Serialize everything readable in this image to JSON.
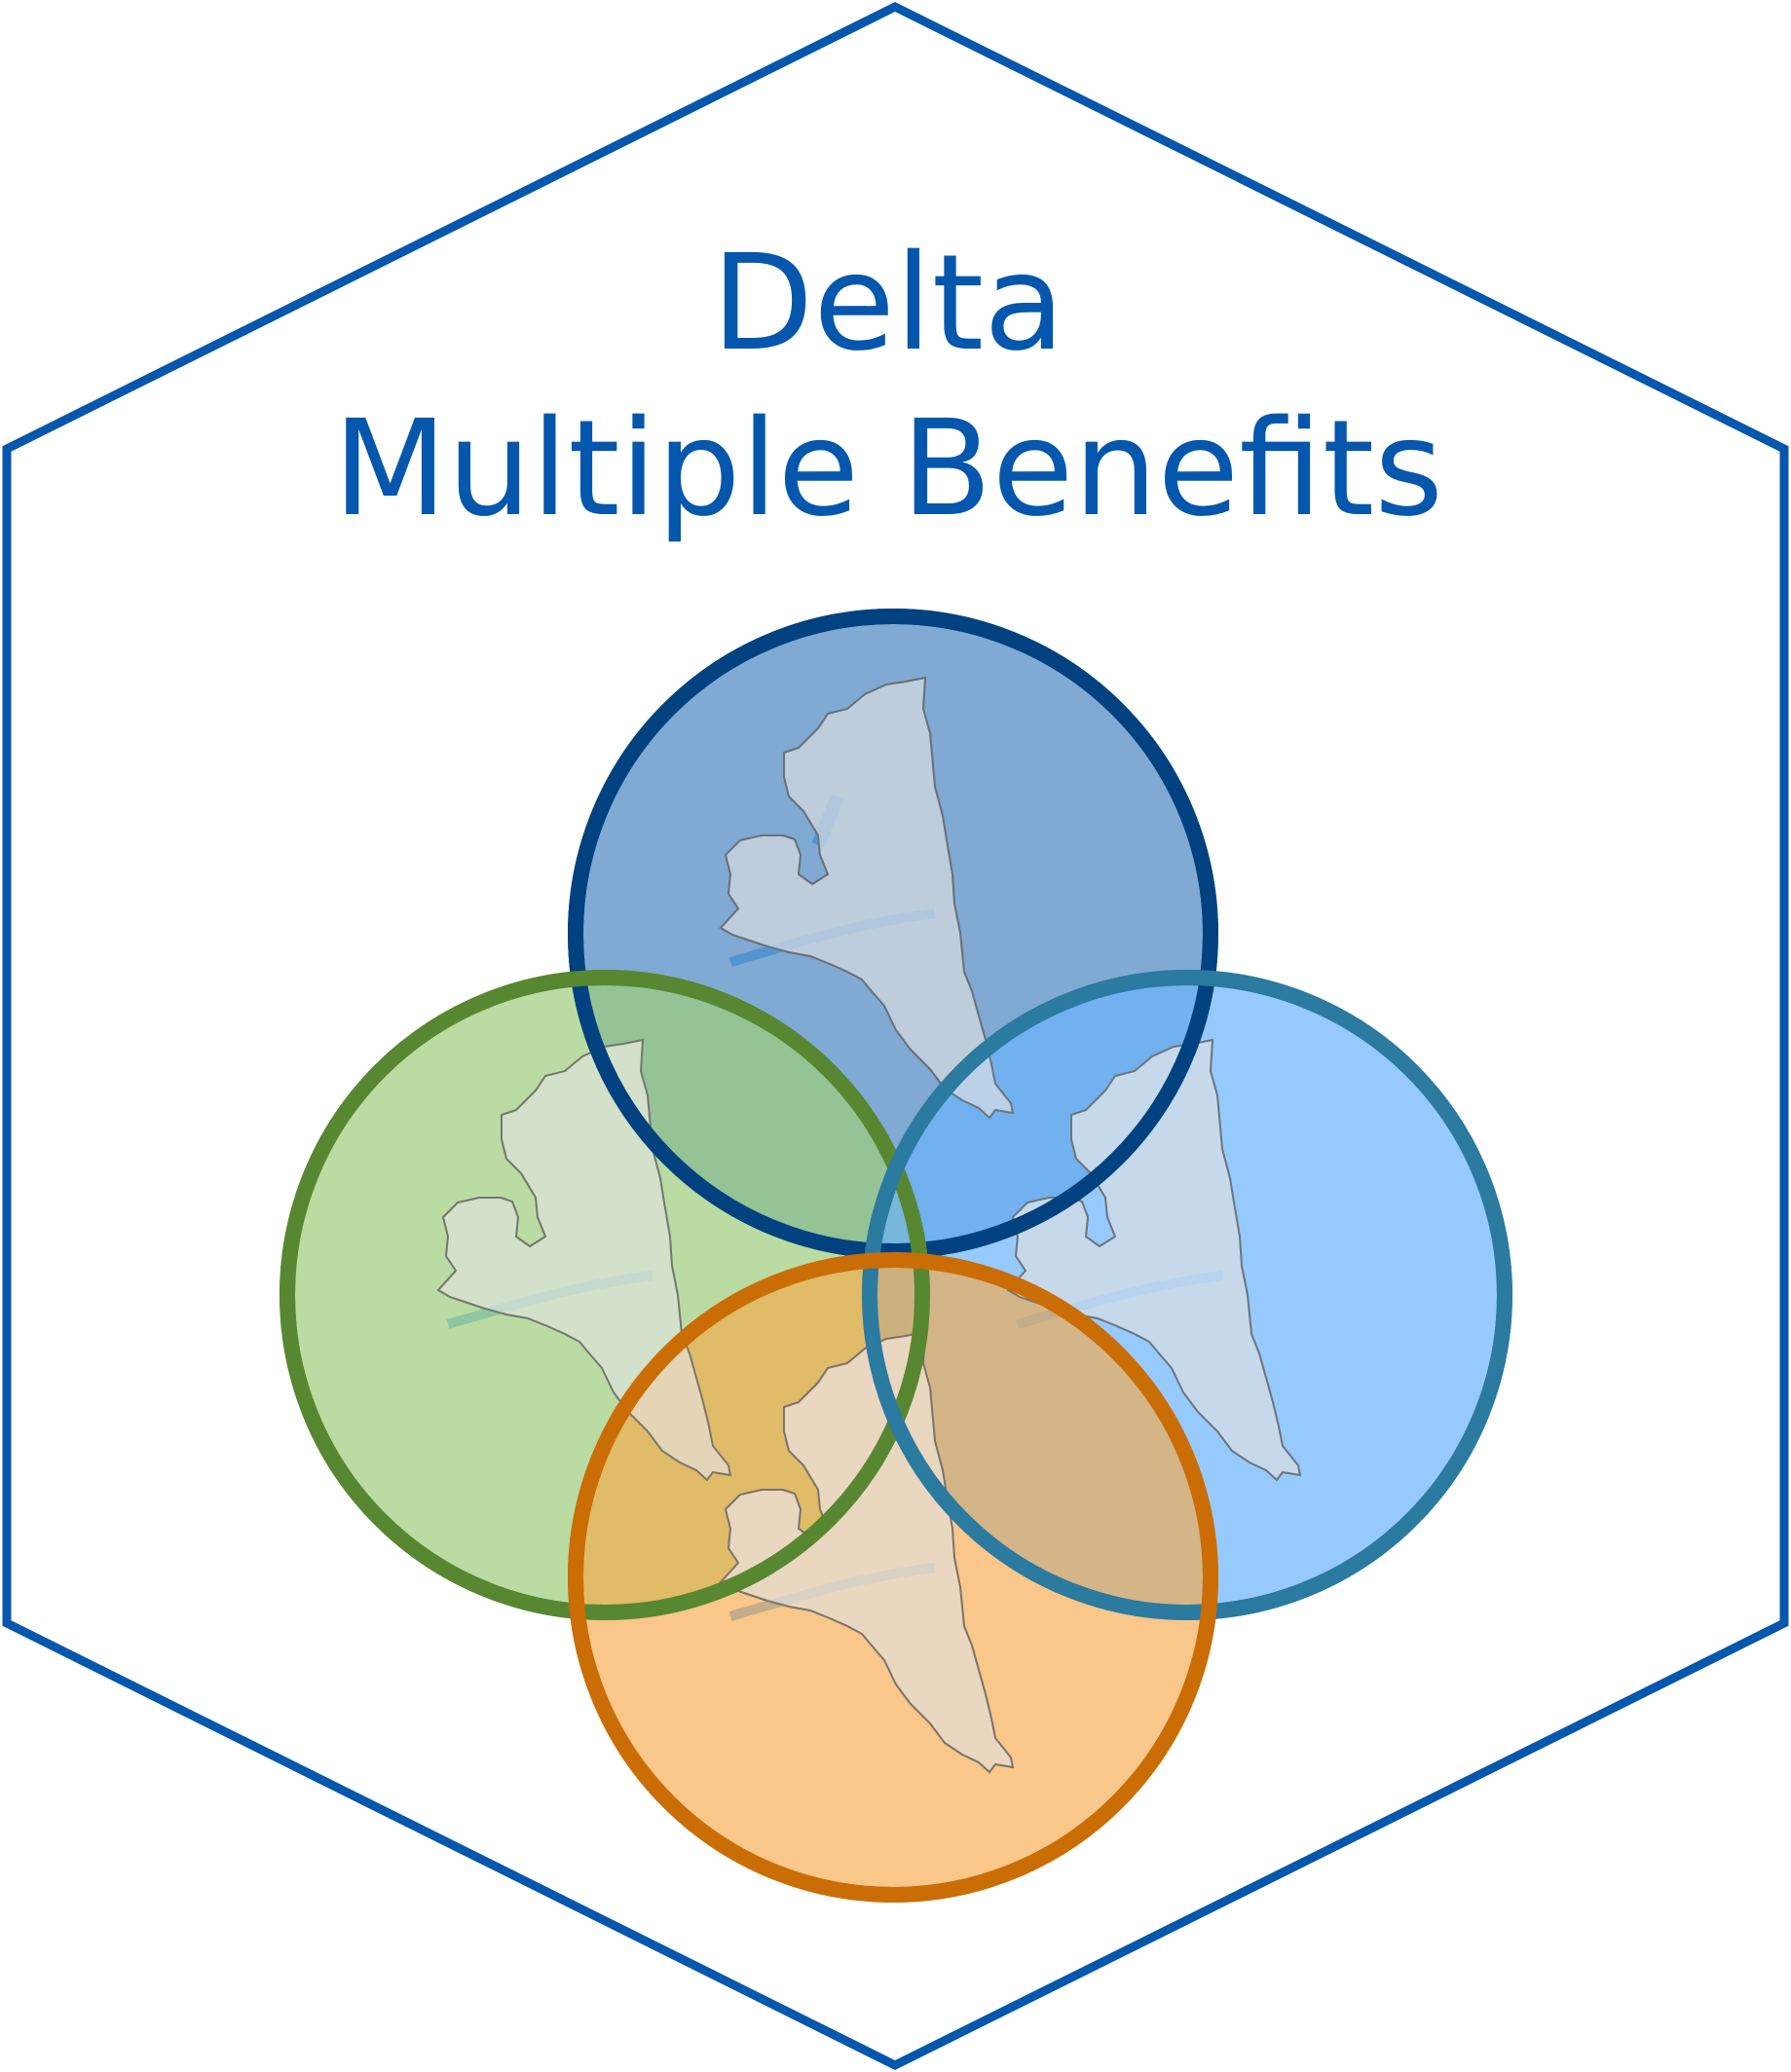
{
  "title": {
    "line1": "Delta",
    "line2": "Multiple Benefits"
  },
  "colors": {
    "hexagon_border": "#0457AC",
    "title_text": "#0457AC",
    "map_land": "#E6E6E6",
    "map_outline": "#6E6E6E",
    "circle_top_fill": "#4A86C1",
    "circle_top_stroke": "#00427F",
    "circle_left_fill": "#9CCD7B",
    "circle_left_stroke": "#588731",
    "circle_right_fill": "#6BB4FB",
    "circle_right_stroke": "#2B7AA0",
    "circle_bottom_fill": "#F5A94A",
    "circle_bottom_stroke": "#CB6D05"
  },
  "circles": [
    {
      "id": "top",
      "icon": "delta-map-icon"
    },
    {
      "id": "left",
      "icon": "delta-map-icon"
    },
    {
      "id": "right",
      "icon": "delta-map-icon"
    },
    {
      "id": "bottom",
      "icon": "delta-map-icon"
    }
  ]
}
